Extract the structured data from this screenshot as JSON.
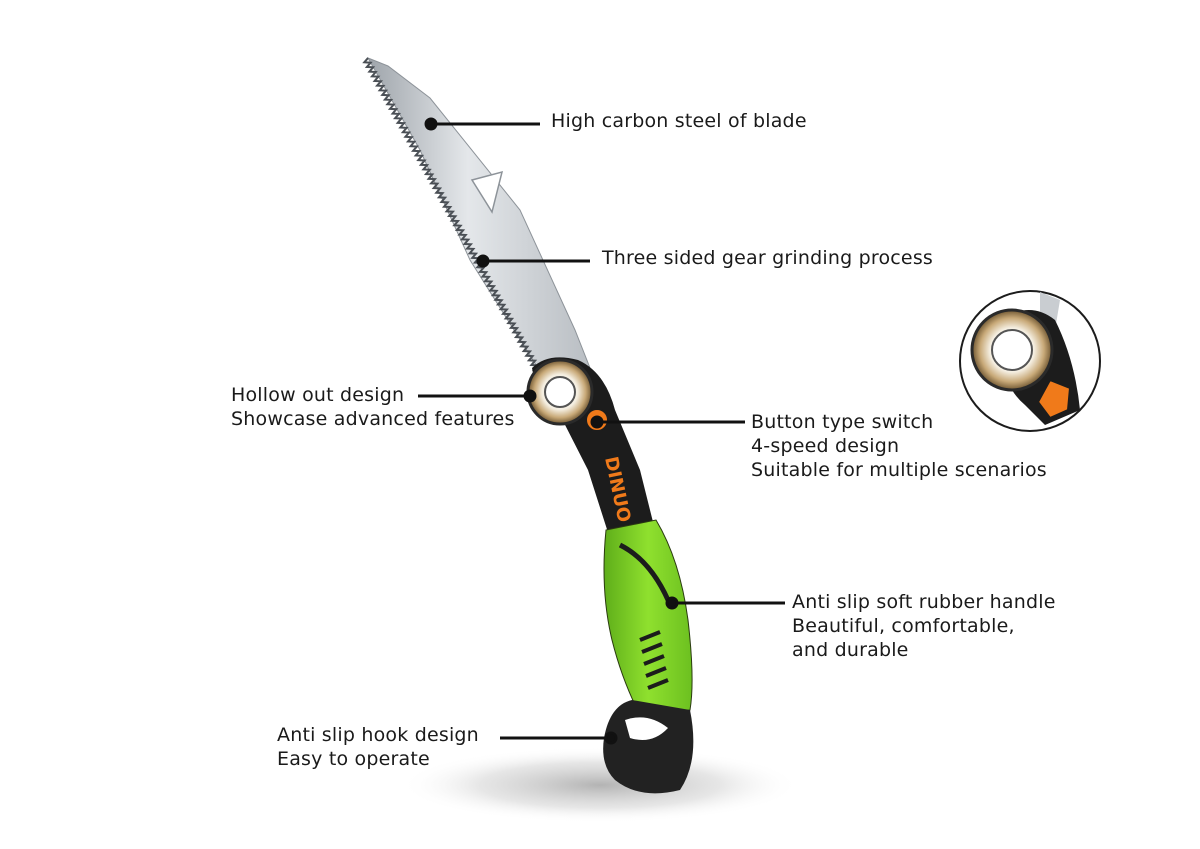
{
  "brand": "DINUO",
  "callouts": {
    "blade_steel": [
      "High carbon steel of blade"
    ],
    "gear_grinding": [
      "Three sided gear grinding process"
    ],
    "hollow_design": [
      "Hollow out design",
      "Showcase advanced features"
    ],
    "button_switch": [
      "Button type switch",
      "4-speed design",
      "Suitable for multiple scenarios"
    ],
    "rubber_handle": [
      "Anti slip soft rubber handle",
      "Beautiful, comfortable,",
      "and durable"
    ],
    "hook_design": [
      "Anti slip hook design",
      "Easy to operate"
    ]
  },
  "colors": {
    "handle_green": "#7ed321",
    "handle_black": "#1c1c1c",
    "switch_orange": "#f07a1a",
    "blade_steel": "#c9cdd1"
  }
}
